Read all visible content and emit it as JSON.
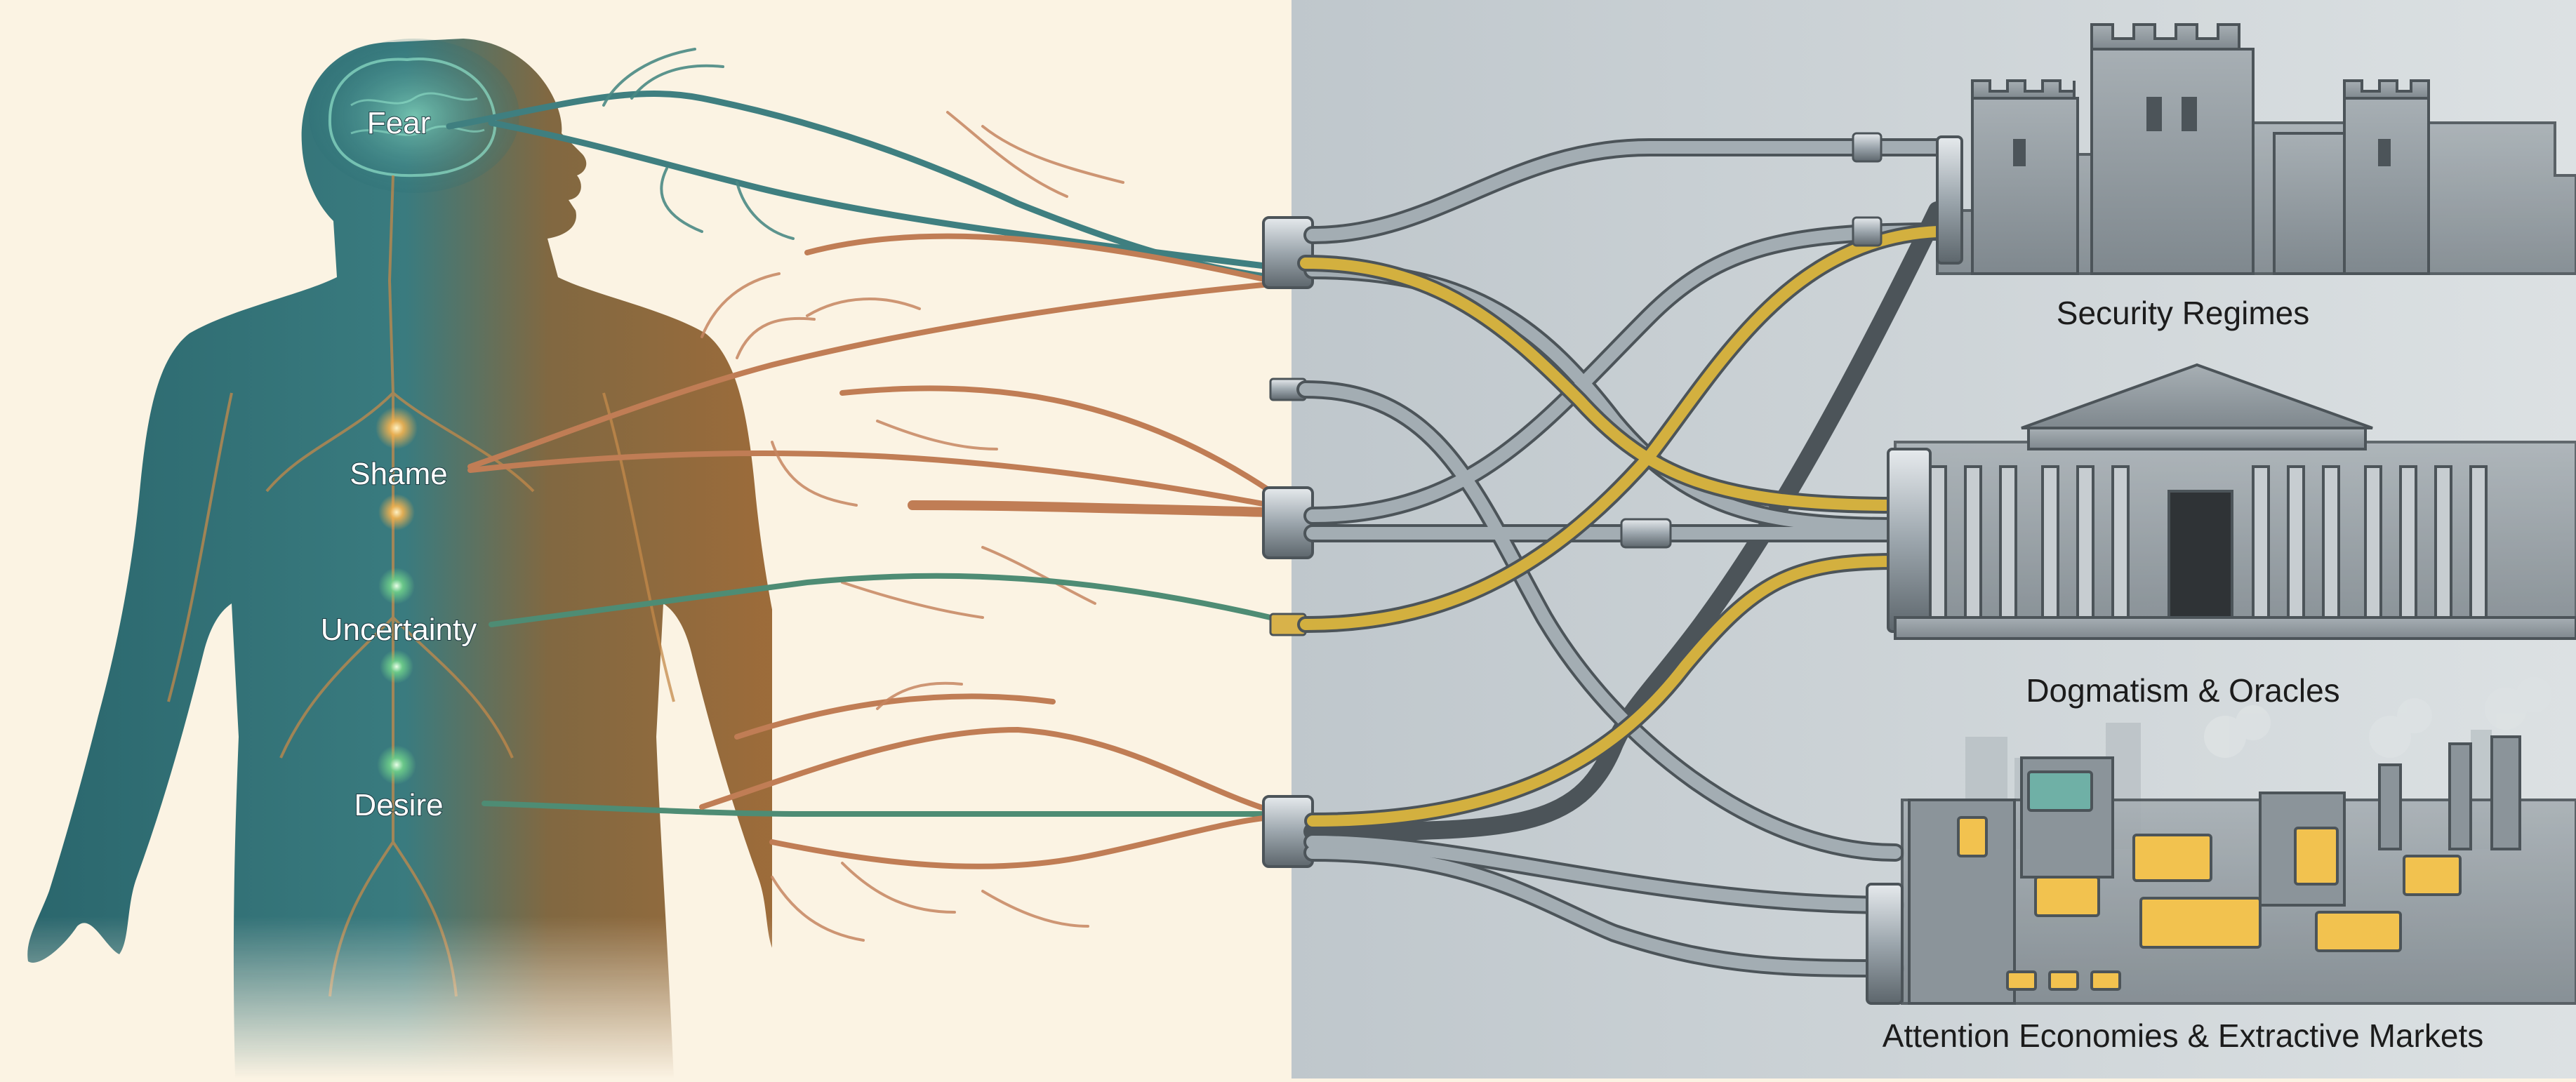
{
  "emotions": [
    {
      "id": "fear",
      "label": "Fear",
      "color": "#3f8f86"
    },
    {
      "id": "shame",
      "label": "Shame",
      "color": "#e0a050"
    },
    {
      "id": "uncertainty",
      "label": "Uncertainty",
      "color": "#58b08a"
    },
    {
      "id": "desire",
      "label": "Desire",
      "color": "#7ab86a"
    }
  ],
  "institutions": [
    {
      "id": "security",
      "label": "Security Regimes",
      "icon": "castle-icon"
    },
    {
      "id": "dogmatism",
      "label": "Dogmatism & Oracles",
      "icon": "temple-icon"
    },
    {
      "id": "attention",
      "label": "Attention Economies & Extractive Markets",
      "icon": "factory-icon"
    }
  ],
  "colors": {
    "left_background": "#fbf3e3",
    "right_background": "#ccd3d7",
    "body_teal": "#2e6f74",
    "body_amber": "#a4652d",
    "root_copper": "#c07d55",
    "pipe_silver": "#9ca6ad",
    "pipe_gold": "#c9a53b",
    "label_text": "#1c1c1c"
  }
}
